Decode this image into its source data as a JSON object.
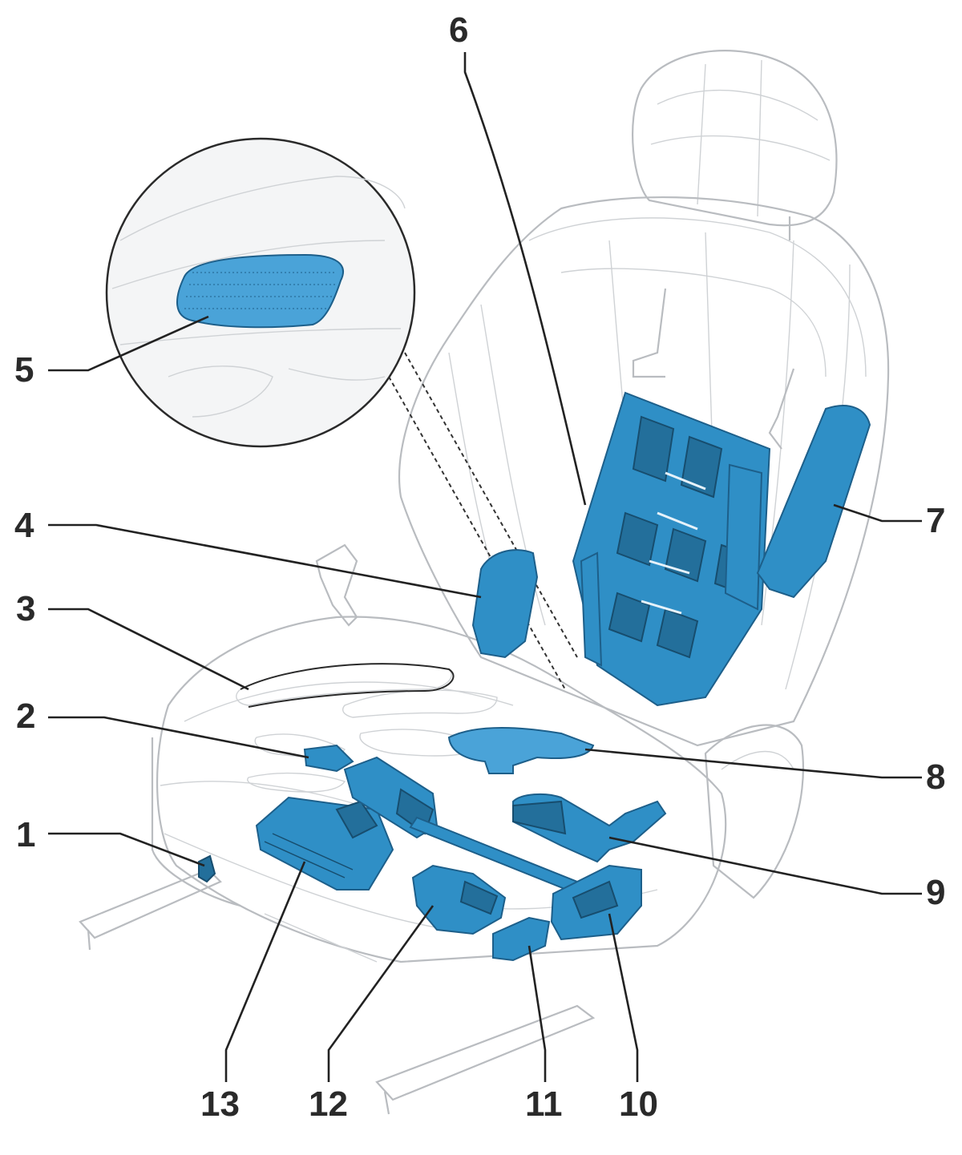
{
  "callouts": {
    "n1": "1",
    "n2": "2",
    "n3": "3",
    "n4": "4",
    "n5": "5",
    "n6": "6",
    "n7": "7",
    "n8": "8",
    "n9": "9",
    "n10": "10",
    "n11": "11",
    "n12": "12",
    "n13": "13"
  },
  "colors": {
    "component_fill": "#2f8fc6",
    "component_stroke": "#1d5f8a",
    "seat_outline": "#b9bcc0",
    "label_text": "#2a2a2a"
  }
}
